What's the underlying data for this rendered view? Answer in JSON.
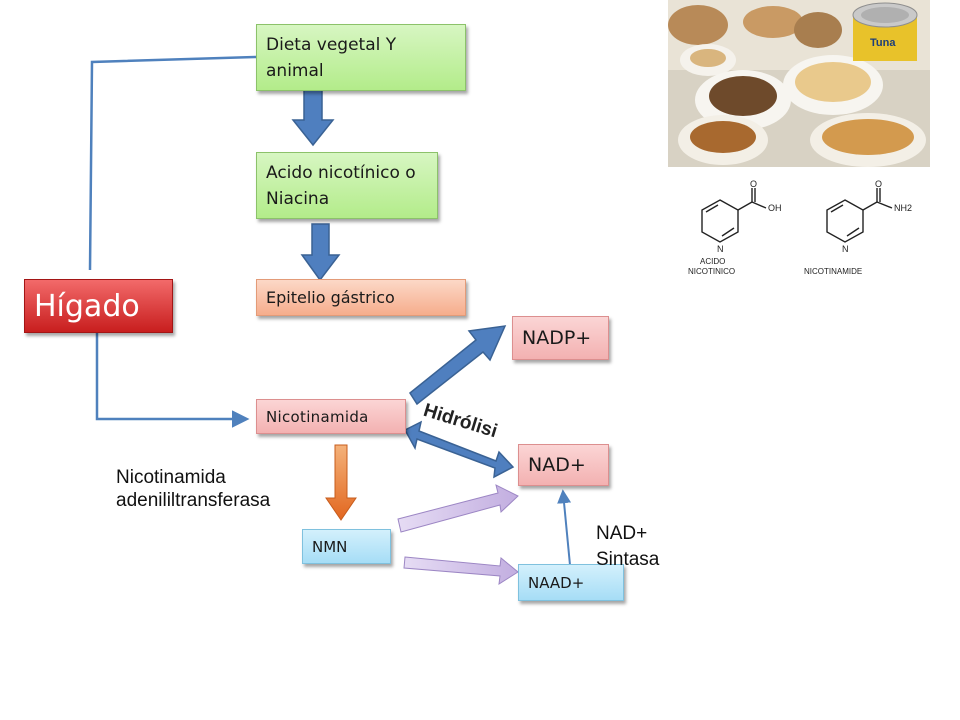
{
  "nodes": {
    "dieta": "Dieta vegetal Y animal",
    "acido": "Acido nicotínico o Niacina",
    "epitelio": "Epitelio gástrico",
    "higado": "Hígado",
    "nicotinamida": "Nicotinamida",
    "nadp": "NADP+",
    "nad": "NAD+",
    "nmn": "NMN",
    "naad": "NAAD+"
  },
  "labels": {
    "hidrolisis": "Hidrólisi",
    "enzyme_line1": "Nicotinamida",
    "enzyme_line2": "adenililtransferasa",
    "sintasa_line1": "NAD+",
    "sintasa_line2": "Sintasa"
  },
  "images": {
    "food_photo": {
      "description": "Tuna",
      "tin_label": "Tuna"
    },
    "structures": {
      "left_label_line1": "ACIDO",
      "left_label_line2": "NICOTINICO",
      "right_label": "NICOTINAMIDE",
      "left_group": "OH",
      "right_group": "NH2"
    }
  },
  "colors": {
    "connector": "#4f81bd",
    "block_arrow": "#4f7fbf",
    "orange_arrow": "#e6782c",
    "purple_arrow": "#cbb8e6"
  }
}
